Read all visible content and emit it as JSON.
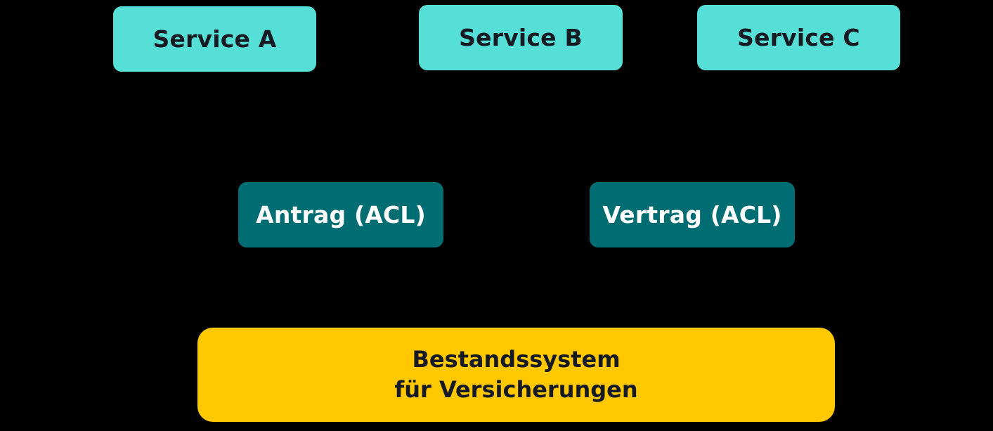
{
  "services": [
    {
      "id": "service-a",
      "label": "Service A"
    },
    {
      "id": "service-b",
      "label": "Service B"
    },
    {
      "id": "service-c",
      "label": "Service C"
    }
  ],
  "acl_layer": [
    {
      "id": "acl-antrag",
      "label": "Antrag (ACL)"
    },
    {
      "id": "acl-vertrag",
      "label": "Vertrag (ACL)"
    }
  ],
  "core": {
    "line1": "Bestandssystem",
    "line2": "für Versicherungen"
  },
  "colors": {
    "background": "#000000",
    "service_fill": "#56dfd7",
    "acl_fill": "#006d72",
    "core_fill": "#ffc800",
    "dark_text": "#161a22",
    "light_text": "#ffffff"
  }
}
